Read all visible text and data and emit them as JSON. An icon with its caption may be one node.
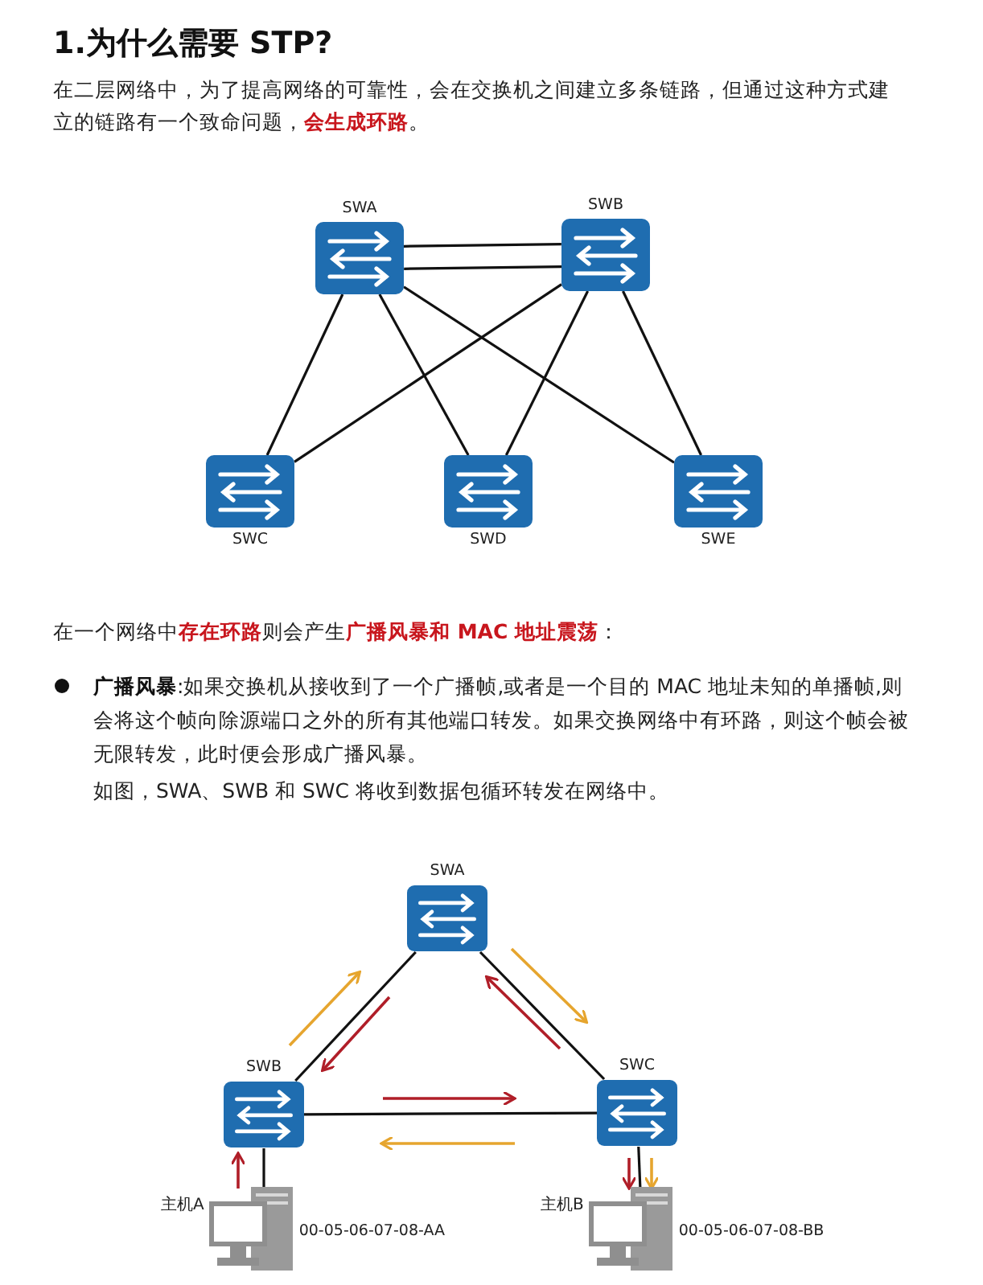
{
  "diagram": {
    "title": "1.为什么需要 STP?",
    "nodes": [
      {
        "text": [
          "SWA"
        ]
      },
      {
        "text": [
          "SWB"
        ]
      },
      {
        "text": [
          "SWC"
        ]
      },
      {
        "text": [
          "SWD"
        ]
      },
      {
        "text": [
          "SWE"
        ]
      },
      {
        "text": [
          "SWA"
        ]
      },
      {
        "text": [
          "SWB"
        ]
      },
      {
        "text": [
          "SWC"
        ]
      },
      {
        "text": [
          "主机A"
        ],
        "beside": [
          "00-05-06-07-08-AA"
        ]
      },
      {
        "text": [
          "主机B"
        ],
        "beside": [
          "00-05-06-07-08-BB"
        ]
      }
    ],
    "edges": [
      {
        "from": 0,
        "to": 1,
        "arrow": "none"
      },
      {
        "from": 0,
        "to": 1,
        "arrow": "none"
      },
      {
        "from": 0,
        "to": 2,
        "arrow": "none"
      },
      {
        "from": 0,
        "to": 3,
        "arrow": "none"
      },
      {
        "from": 0,
        "to": 4,
        "arrow": "none"
      },
      {
        "from": 1,
        "to": 2,
        "arrow": "none"
      },
      {
        "from": 1,
        "to": 3,
        "arrow": "none"
      },
      {
        "from": 1,
        "to": 4,
        "arrow": "none"
      },
      {
        "from": 5,
        "to": 6,
        "arrow": "none"
      },
      {
        "from": 5,
        "to": 7,
        "arrow": "none"
      },
      {
        "from": 6,
        "to": 7,
        "arrow": "none"
      },
      {
        "from": 6,
        "to": 8,
        "arrow": "none"
      },
      {
        "from": 7,
        "to": 9,
        "arrow": "none"
      }
    ],
    "labels": [
      "在二层网络中，为了提高网络的可靠性，会在交换机之间建立多条链路，但通过这种方式建立的链路有一个致命问题，**会生成环路**。",
      "在一个网络中**存在环路**则会产生**广播风暴和 MAC 地址震荡**：",
      "**广播风暴**:如果交换机从接收到了一个广播帧,或者是一个目的 MAC 地址未知的单播帧,则会将这个帧向除源端口之外的所有其他端口转发。如果交换网络中有环路，则这个帧会被无限转发，此时便会形成广播风暴。",
      "如图，SWA、SWB 和 SWC 将收到数据包循环转发在网络中。"
    ]
  }
}
